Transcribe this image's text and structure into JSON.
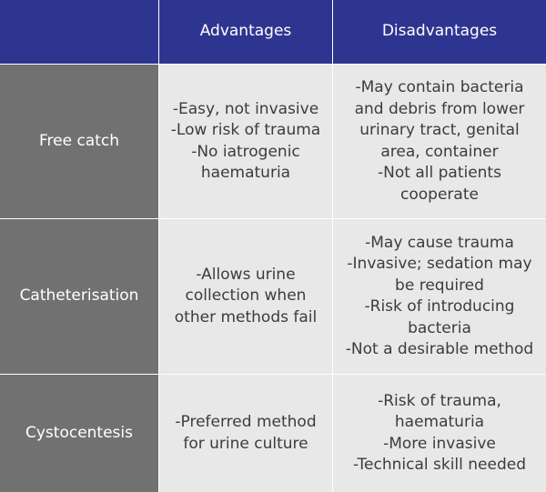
{
  "header": {
    "corner": "",
    "advantages": "Advantages",
    "disadvantages": "Disadvantages"
  },
  "rows": [
    {
      "method": "Free catch",
      "advantages": [
        "-Easy, not invasive",
        "-Low risk of trauma",
        "-No iatrogenic",
        "haematuria"
      ],
      "disadvantages": [
        "-May contain bacteria",
        "and debris from lower",
        "urinary tract, genital",
        "area, container",
        "-Not all patients",
        "cooperate"
      ]
    },
    {
      "method": "Catheterisation",
      "advantages": [
        "-Allows urine",
        "collection when",
        "other methods fail"
      ],
      "disadvantages": [
        "-May cause trauma",
        "-Invasive; sedation may",
        "be required",
        "-Risk of introducing",
        "bacteria",
        "-Not a desirable method"
      ]
    },
    {
      "method": "Cystocentesis",
      "advantages": [
        "-Preferred method",
        "for urine culture"
      ],
      "disadvantages": [
        "-Risk of trauma,",
        "haematuria",
        "-More invasive",
        "-Technical skill needed"
      ]
    }
  ]
}
